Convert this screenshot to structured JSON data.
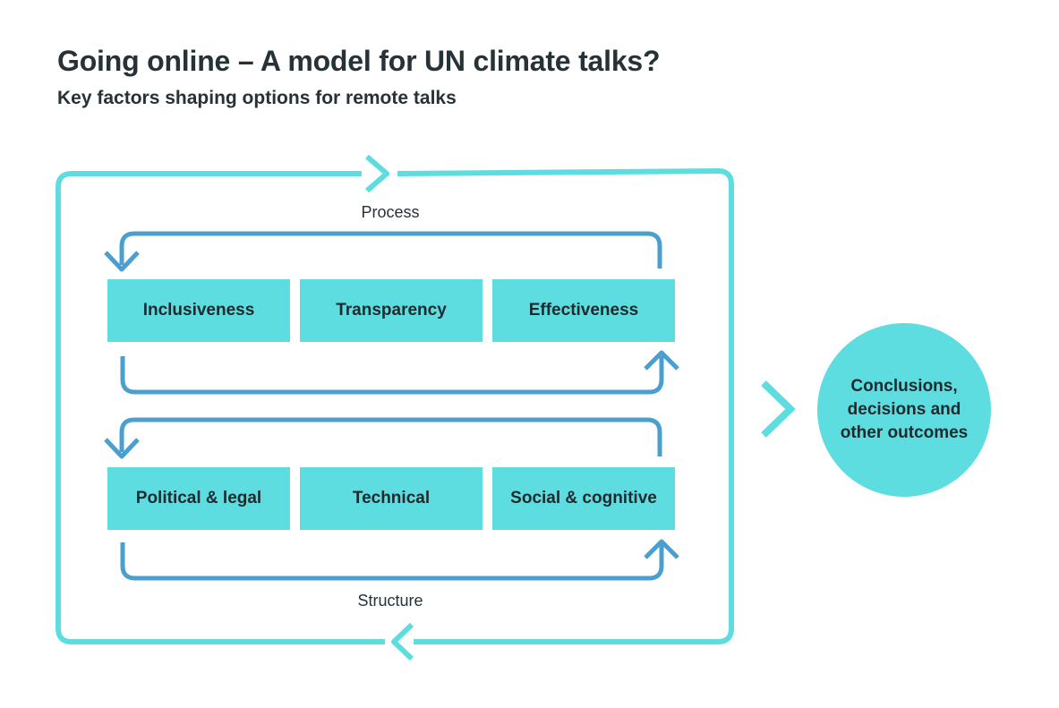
{
  "header": {
    "title": "Going online – A model for UN climate talks?",
    "subtitle": "Key factors shaping options for remote talks"
  },
  "diagram": {
    "process_label": "Process",
    "structure_label": "Structure",
    "process_factors": [
      "Inclusiveness",
      "Transparency",
      "Effectiveness"
    ],
    "structure_factors": [
      "Political & legal",
      "Technical",
      "Social & cognitive"
    ],
    "outcome": "Conclusions, decisions and other outcomes"
  },
  "colors": {
    "box_fill": "#5ddde0",
    "outer_loop": "#5ddde0",
    "inner_loop": "#4b9fd0",
    "text": "#263238"
  }
}
